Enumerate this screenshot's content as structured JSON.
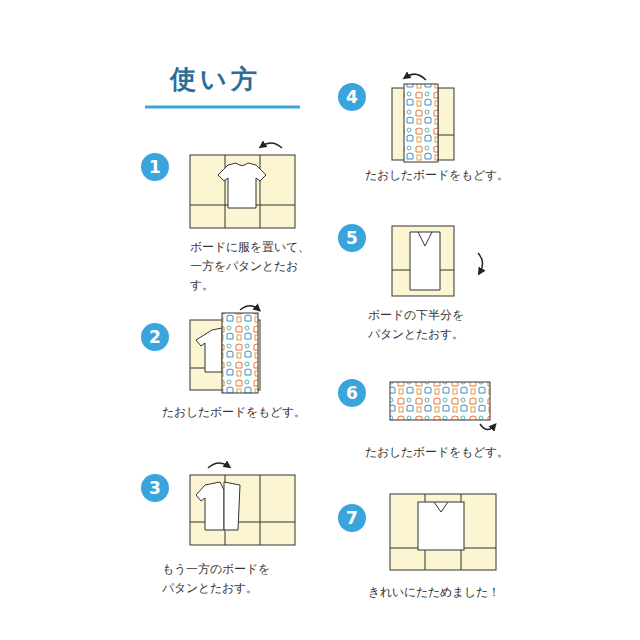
{
  "diagram": {
    "title": "使い方",
    "nodes": [
      {
        "text": [
          "1"
        ]
      },
      {
        "text": [
          "2"
        ]
      },
      {
        "text": [
          "3"
        ]
      },
      {
        "text": [
          "4"
        ]
      },
      {
        "text": [
          "5"
        ]
      },
      {
        "text": [
          "6"
        ]
      },
      {
        "text": [
          "7"
        ]
      }
    ],
    "labels": [
      "ボードに服を置いて、 一方をパタンとたおす。",
      "たおしたボードをもどす。",
      "もう一方のボードを パタンとたおす。",
      "たおしたボードをもどす。",
      "ボードの下半分を パタンとたおす。",
      "たおしたボードをもどす。",
      "きれいにたためました！"
    ]
  }
}
